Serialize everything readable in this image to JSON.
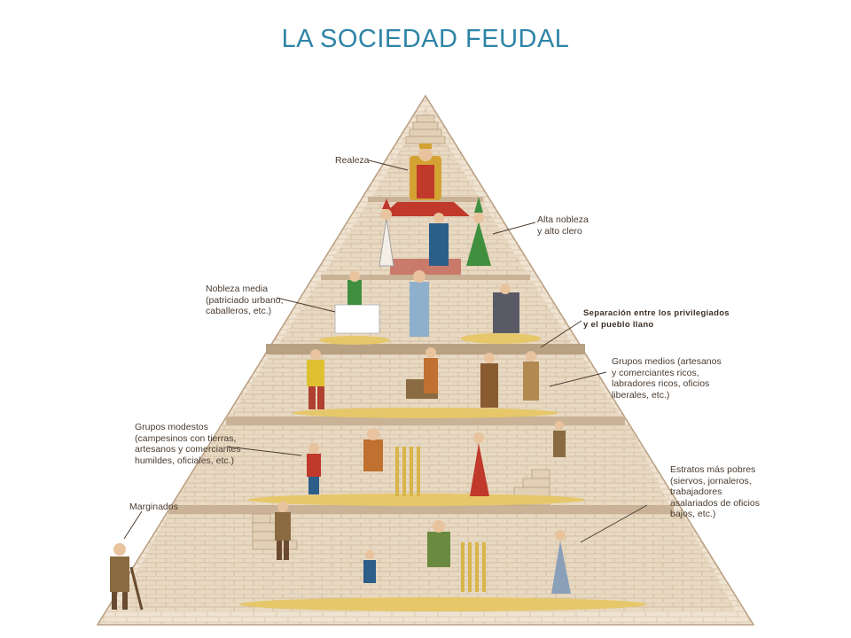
{
  "title": "LA SOCIEDAD FEUDAL",
  "colors": {
    "title": "#2e84a6",
    "stone_light": "#efe3d2",
    "stone_mid": "#e3d2bb",
    "stone_dark": "#c9b296",
    "floor_straw": "#e6c76a",
    "carpet_red": "#c0392b",
    "leader_line": "#4a3b30"
  },
  "labels": {
    "realeza": "Realeza",
    "alta_nobleza": "Alta nobleza\ny alto clero",
    "nobleza_media": "Nobleza media\n(patriciado urbano,\ncaballeros, etc.)",
    "separacion": "Separación entre los privilegiados\ny el pueblo llano",
    "grupos_medios": "Grupos medios (artesanos\ny comerciantes ricos,\nlabradores ricos, oficios\nliberales, etc.)",
    "grupos_modestos": "Grupos modestos\n(campesinos con tierras,\nartesanos y comerciantes\nhumildes, oficiales, etc.)",
    "estratos_pobres": "Estratos más pobres\n(siervos, jornaleros,\ntrabajadores\nasalariados de oficios\nbajos, etc.)",
    "marginados": "Marginados"
  }
}
